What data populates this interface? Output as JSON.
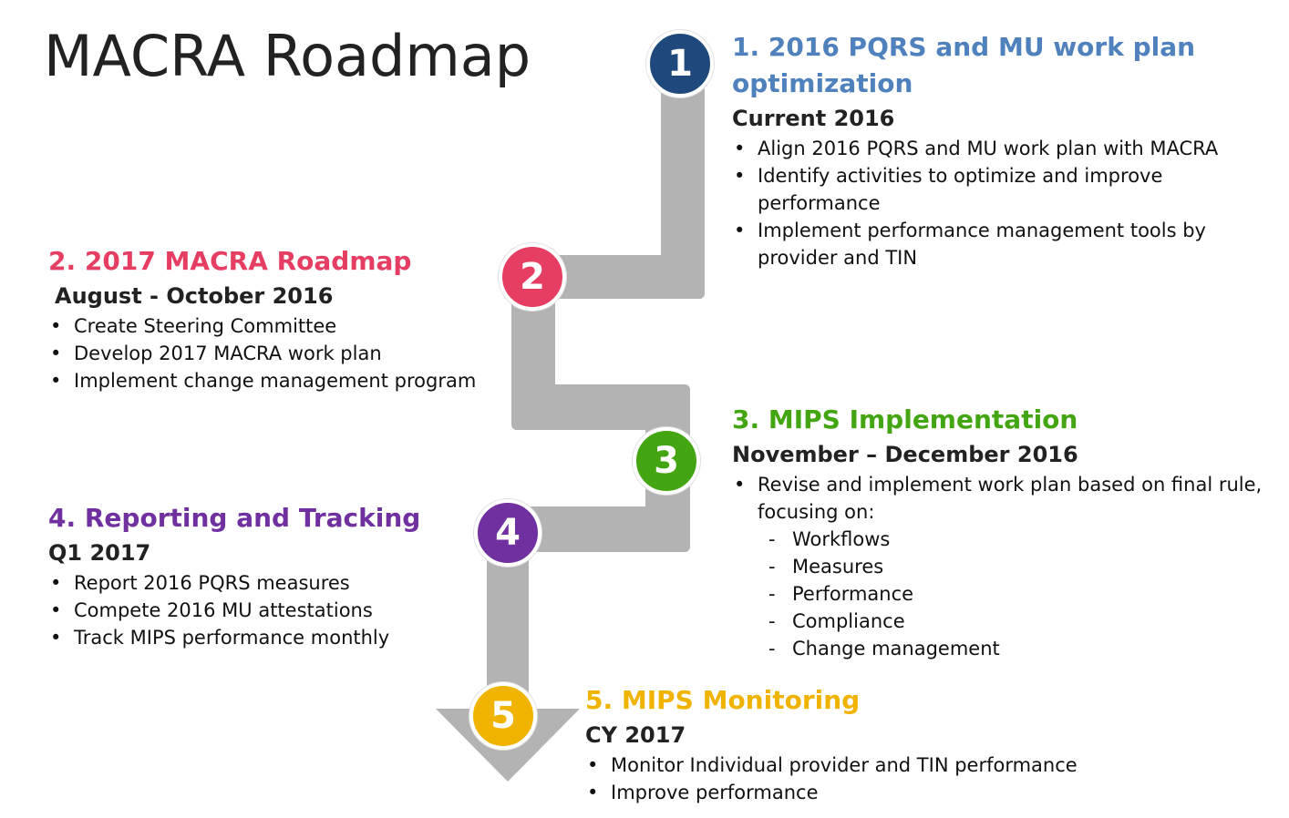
{
  "title": "MACRA Roadmap",
  "colors": {
    "path": "#b3b3b3",
    "step1": "#1f497d",
    "step1_heading": "#4f81bd",
    "step2": "#e63e63",
    "step3": "#43a512",
    "step4": "#7030a0",
    "step5": "#f0b400"
  },
  "steps": [
    {
      "number": "1",
      "heading_line1": "1. 2016 PQRS and MU work plan",
      "heading_line2": "optimization",
      "period": "Current 2016",
      "bullets": [
        "Align 2016 PQRS and MU work plan with MACRA",
        "Identify activities to optimize and improve",
        "performance",
        "Implement performance management tools by",
        "provider and TIN"
      ]
    },
    {
      "number": "2",
      "heading": "2. 2017 MACRA Roadmap",
      "period": "August - October 2016",
      "bullets": [
        "Create Steering Committee",
        "Develop 2017 MACRA work plan",
        "Implement  change management program"
      ]
    },
    {
      "number": "3",
      "heading": "3. MIPS Implementation",
      "period": "November – December 2016",
      "bullets": [
        "Revise and implement work plan based on final rule,",
        "focusing on:"
      ],
      "sub_items": [
        "Workflows",
        "Measures",
        "Performance",
        "Compliance",
        "Change management"
      ]
    },
    {
      "number": "4",
      "heading": "4. Reporting and Tracking",
      "period": "Q1 2017",
      "bullets": [
        "Report 2016 PQRS measures",
        "Compete 2016 MU attestations",
        "Track MIPS performance monthly"
      ]
    },
    {
      "number": "5",
      "heading": "5. MIPS Monitoring",
      "period": "CY 2017",
      "bullets": [
        "Monitor Individual  provider and TIN performance",
        "Improve performance"
      ]
    }
  ]
}
